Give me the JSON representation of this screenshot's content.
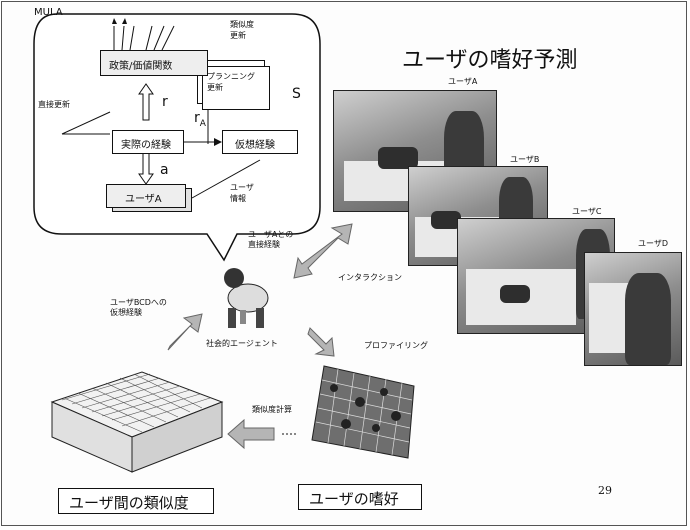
{
  "slide": {
    "title": "ユーザの嗜好予測",
    "page_number": "29",
    "mula": {
      "label": "MULA",
      "policy_box": "政策/価値関数",
      "similarity_update": "類似度\n更新",
      "planning_update": "プランニング\n更新",
      "s_label": "S",
      "direct_update": "直接更新",
      "r_label": "r",
      "ra_label": "r",
      "ra_sub": "A",
      "real_experience": "実際の経験",
      "virtual_experience": "仮想経験",
      "a_label": "a",
      "user_a_box": "ユーザA",
      "user_info": "ユーザ\n情報"
    },
    "photos": {
      "user_a": "ユーザA",
      "user_b": "ユーザB",
      "user_c": "ユーザC",
      "user_d": "ユーザD"
    },
    "labels": {
      "direct_experience": "ユーザAとの\n直接経験",
      "interaction": "インタラクション",
      "virtual_bcd": "ユーザBCDへの\n仮想経験",
      "social_agent": "社会的エージェント",
      "profiling": "プロファイリング",
      "similarity_calc": "類似度計算"
    },
    "bottom": {
      "similarity_between_users": "ユーザ間の類似度",
      "user_preference": "ユーザの嗜好"
    }
  }
}
